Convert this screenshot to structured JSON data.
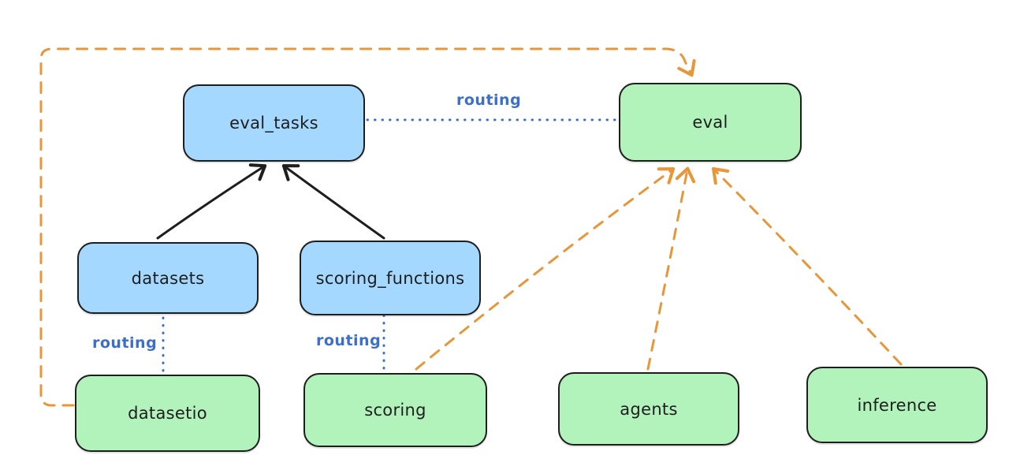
{
  "diagram": {
    "background": "#ffffff",
    "colors": {
      "node_border": "#1e1e1e",
      "blue_fill": "#a5d8ff",
      "green_fill": "#b2f2bb",
      "routing_blue": "#3b6fc9",
      "orange_dash": "#e8963a",
      "black_arrow": "#1e1e1e"
    },
    "nodes": {
      "eval_tasks": {
        "label": "eval_tasks",
        "fill": "#a5d8ff"
      },
      "eval": {
        "label": "eval",
        "fill": "#b2f2bb"
      },
      "datasets": {
        "label": "datasets",
        "fill": "#a5d8ff"
      },
      "scoring_functions": {
        "label": "scoring_functions",
        "fill": "#a5d8ff"
      },
      "datasetio": {
        "label": "datasetio",
        "fill": "#b2f2bb"
      },
      "scoring": {
        "label": "scoring",
        "fill": "#b2f2bb"
      },
      "agents": {
        "label": "agents",
        "fill": "#b2f2bb"
      },
      "inference": {
        "label": "inference",
        "fill": "#b2f2bb"
      }
    },
    "edges": [
      {
        "from": "datasets",
        "to": "eval_tasks",
        "style": "solid-black-arrow"
      },
      {
        "from": "scoring_functions",
        "to": "eval_tasks",
        "style": "solid-black-arrow"
      },
      {
        "from": "eval_tasks",
        "to": "eval",
        "style": "dotted-blue",
        "label": "routing"
      },
      {
        "from": "datasets",
        "to": "datasetio",
        "style": "dotted-blue",
        "label": "routing"
      },
      {
        "from": "scoring_functions",
        "to": "scoring",
        "style": "dotted-blue",
        "label": "routing"
      },
      {
        "from": "datasetio",
        "to": "eval",
        "style": "dashed-orange-arrow",
        "route": "loop-left-top"
      },
      {
        "from": "scoring",
        "to": "eval",
        "style": "dashed-orange-arrow"
      },
      {
        "from": "agents",
        "to": "eval",
        "style": "dashed-orange-arrow"
      },
      {
        "from": "inference",
        "to": "eval",
        "style": "dashed-orange-arrow"
      }
    ]
  }
}
